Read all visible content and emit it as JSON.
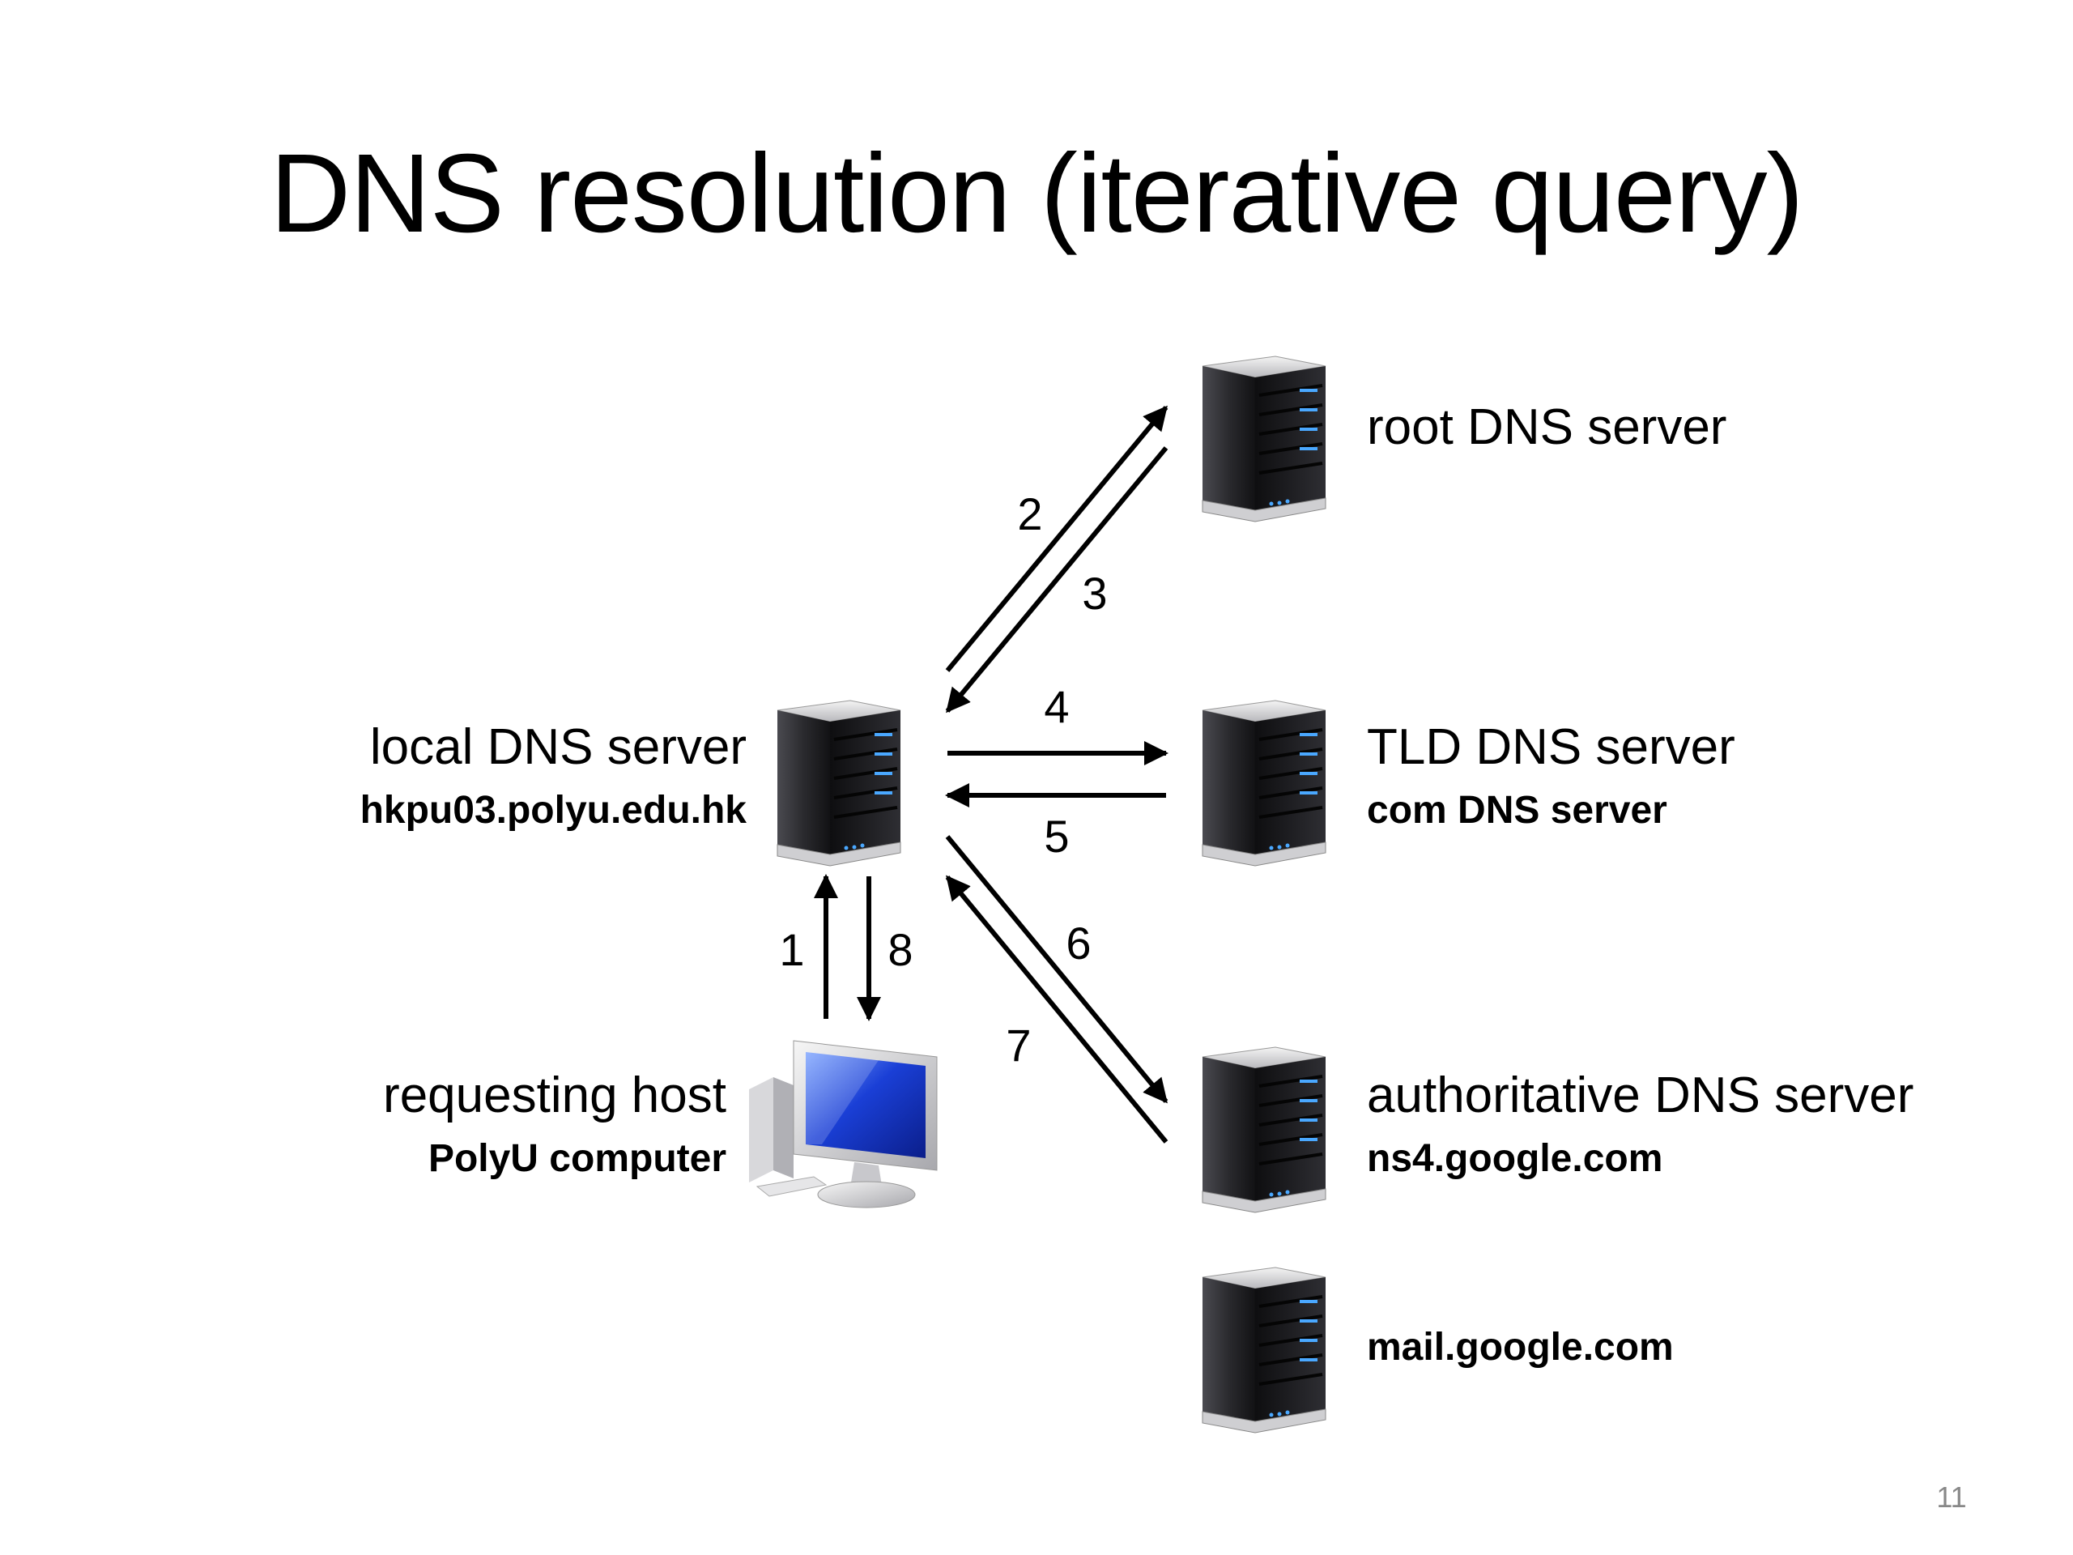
{
  "slide": {
    "title": "DNS resolution (iterative query)",
    "page_number": "11"
  },
  "nodes": {
    "root": {
      "label": "root DNS server"
    },
    "tld": {
      "label": "TLD DNS server",
      "sub": "com DNS server"
    },
    "local": {
      "label": "local DNS server",
      "sub": "hkpu03.polyu.edu.hk"
    },
    "authoritative": {
      "label": "authoritative DNS server",
      "sub": "ns4.google.com"
    },
    "host": {
      "label": "requesting host",
      "sub": "PolyU computer"
    },
    "mail": {
      "sub": "mail.google.com"
    }
  },
  "steps": [
    "1",
    "2",
    "3",
    "4",
    "5",
    "6",
    "7",
    "8"
  ],
  "colors": {
    "server_body": "#1c1c1f",
    "server_led": "#4aa8ff",
    "screen": "#1a3fd6"
  }
}
